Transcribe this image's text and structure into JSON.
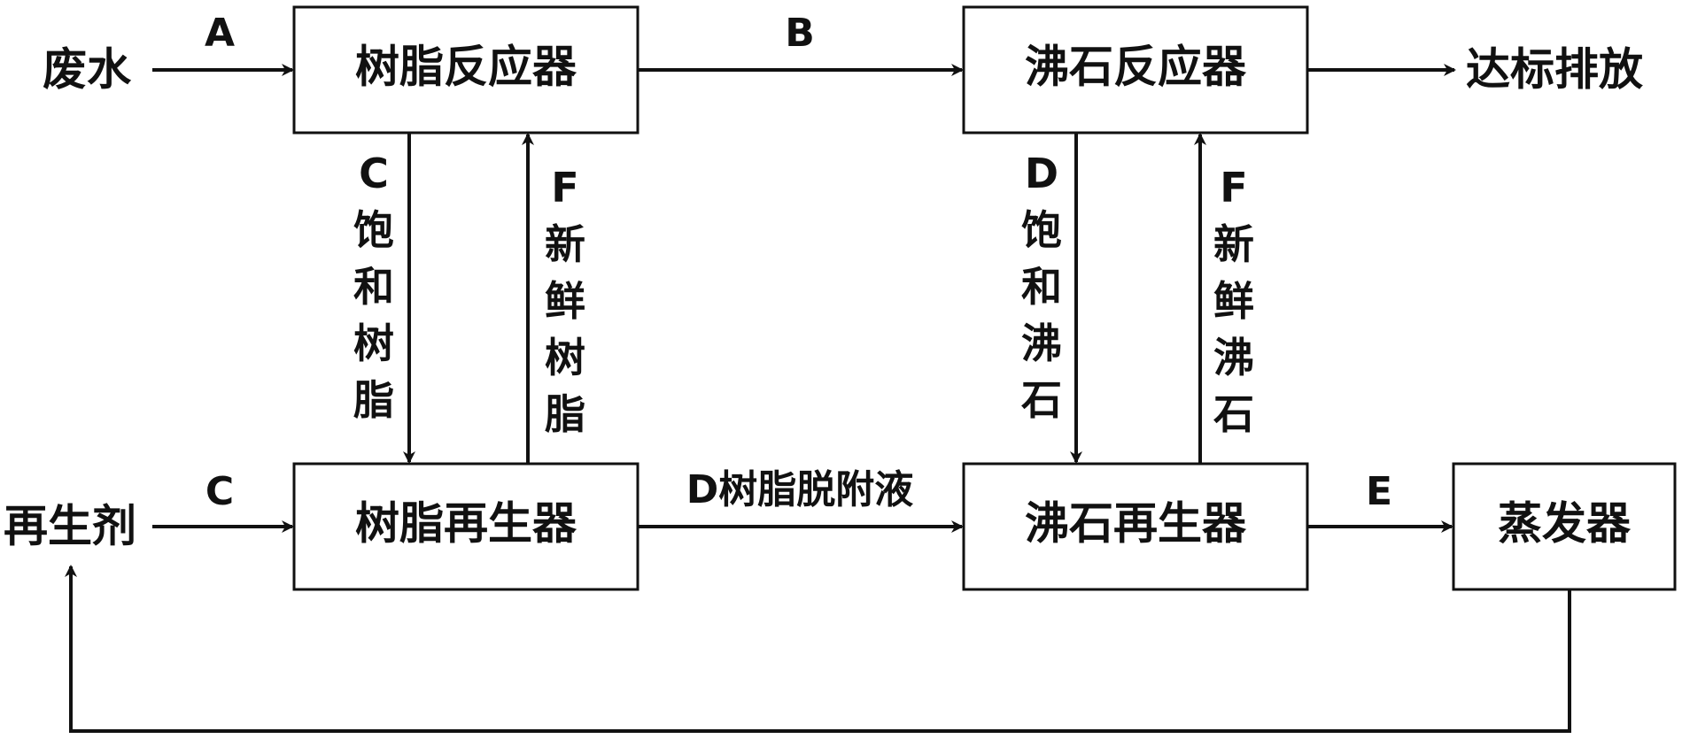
{
  "nodes": {
    "resin_reactor": "树脂反应器",
    "zeolite_reactor": "沸石反应器",
    "resin_regenerator": "树脂再生器",
    "zeolite_regenerator": "沸石再生器",
    "evaporator": "蒸发器"
  },
  "terminals": {
    "wastewater": "废水",
    "discharge": "达标排放",
    "regenerant": "再生剂"
  },
  "edges": {
    "a": "A",
    "b": "B",
    "c_regenerant": "C",
    "c_saturated_code": "C",
    "c_saturated": [
      "饱",
      "和",
      "树",
      "脂"
    ],
    "f_resin_code": "F",
    "f_resin": [
      "新",
      "鲜",
      "树",
      "脂"
    ],
    "d_zeolite_code": "D",
    "d_zeolite": [
      "饱",
      "和",
      "沸",
      "石"
    ],
    "f_zeolite_code": "F",
    "f_zeolite": [
      "新",
      "鲜",
      "沸",
      "石"
    ],
    "d_desorption": "D树脂脱附液",
    "e": "E"
  }
}
